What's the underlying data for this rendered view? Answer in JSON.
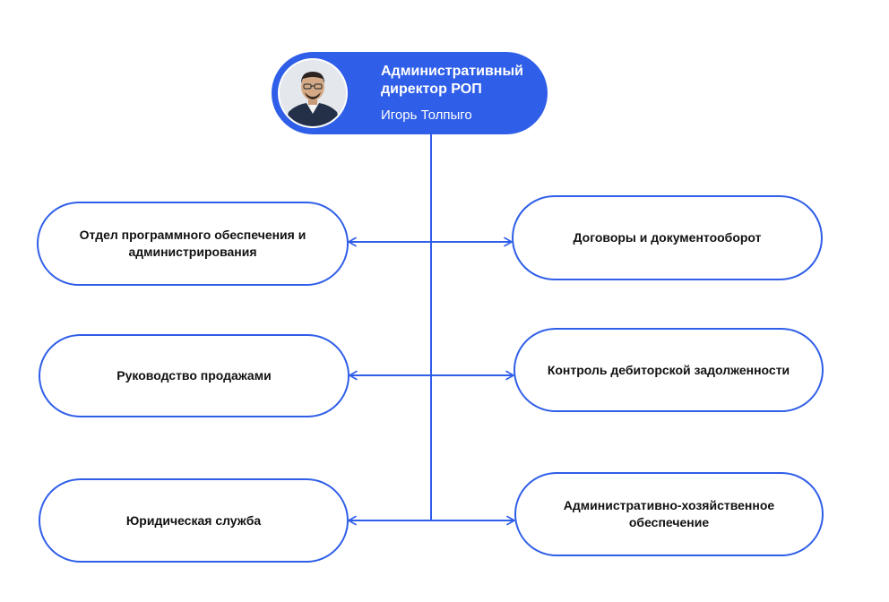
{
  "head": {
    "title": "Административный директор РОП",
    "name": "Игорь Толпыго"
  },
  "left_units": [
    "Отдел программного обеспечения и администрирования",
    "Руководство продажами",
    "Юридическая служба"
  ],
  "right_units": [
    "Договоры и документооборот",
    "Контроль дебиторской задолженности",
    "Административно-хозяйственное обеспечение"
  ],
  "colors": {
    "accent": "#2f5ee8",
    "node_text": "#111111",
    "head_text": "#ffffff"
  },
  "icons": {
    "avatar": "person-photo"
  }
}
